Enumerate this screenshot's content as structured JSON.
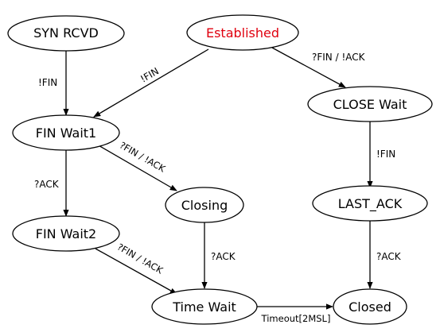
{
  "colors": {
    "stroke": "#000000",
    "background": "#ffffff",
    "highlight": "#e0000f"
  },
  "states": {
    "syn_rcvd": "SYN RCVD",
    "established": "Established",
    "fin_wait1": "FIN Wait1",
    "close_wait": "CLOSE Wait",
    "closing": "Closing",
    "last_ack": "LAST_ACK",
    "fin_wait2": "FIN Wait2",
    "time_wait": "Time Wait",
    "closed": "Closed"
  },
  "transitions": {
    "syn_rcvd_to_fin_wait1": "!FIN",
    "established_to_fin_wait1": "!FIN",
    "established_to_close_wait": "?FIN / !ACK",
    "fin_wait1_to_fin_wait2": "?ACK",
    "fin_wait1_to_closing": "?FIN / !ACK",
    "close_wait_to_last_ack": "!FIN",
    "closing_to_time_wait": "?ACK",
    "fin_wait2_to_time_wait": "?FIN / !ACK",
    "last_ack_to_closed": "?ACK",
    "time_wait_to_closed": "Timeout[2MSL]"
  }
}
